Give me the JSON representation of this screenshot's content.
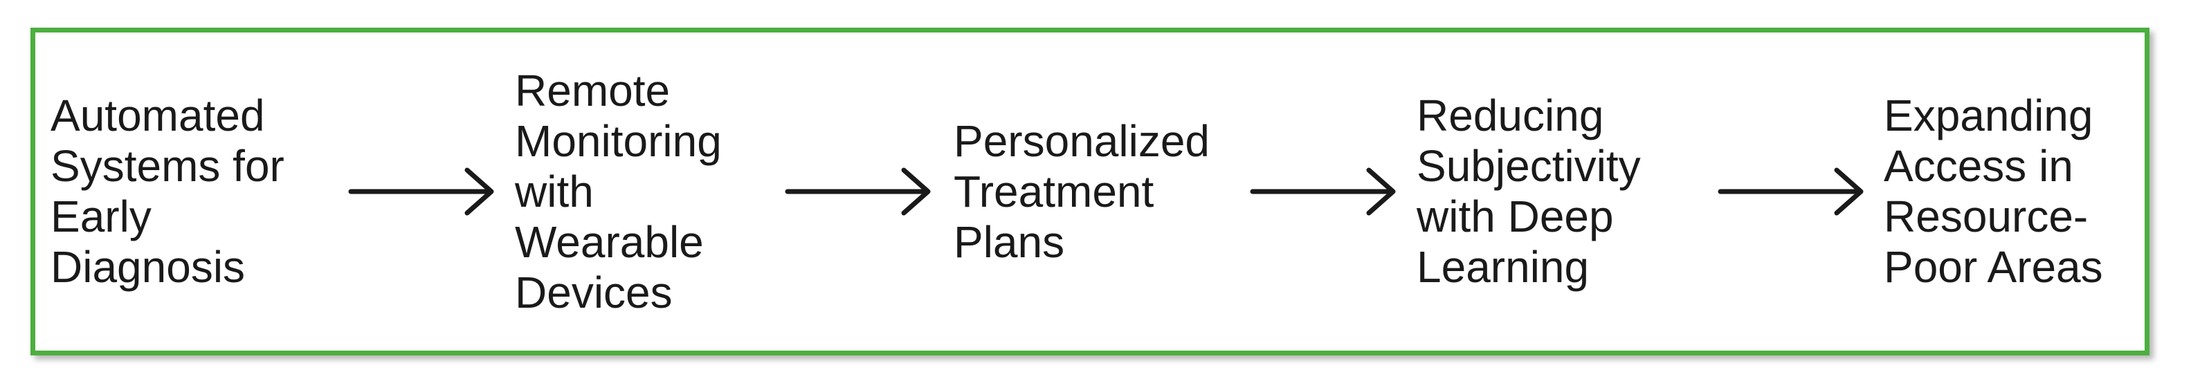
{
  "diagram": {
    "border_color": "#4caf3f",
    "text_color": "#1a1a1a",
    "arrow_color": "#1a1a1a",
    "steps": [
      {
        "lines": [
          "Automated",
          "Systems for",
          "Early",
          "Diagnosis"
        ]
      },
      {
        "lines": [
          "Remote",
          "Monitoring",
          "with",
          "Wearable",
          "Devices"
        ]
      },
      {
        "lines": [
          "Personalized",
          "Treatment",
          "Plans"
        ]
      },
      {
        "lines": [
          "Reducing",
          "Subjectivity",
          "with Deep",
          "Learning"
        ]
      },
      {
        "lines": [
          "Expanding",
          "Access in",
          "Resource-",
          "Poor Areas"
        ]
      }
    ],
    "connectors": [
      {
        "from": 0,
        "to": 1
      },
      {
        "from": 1,
        "to": 2
      },
      {
        "from": 2,
        "to": 3
      },
      {
        "from": 3,
        "to": 4
      }
    ]
  }
}
